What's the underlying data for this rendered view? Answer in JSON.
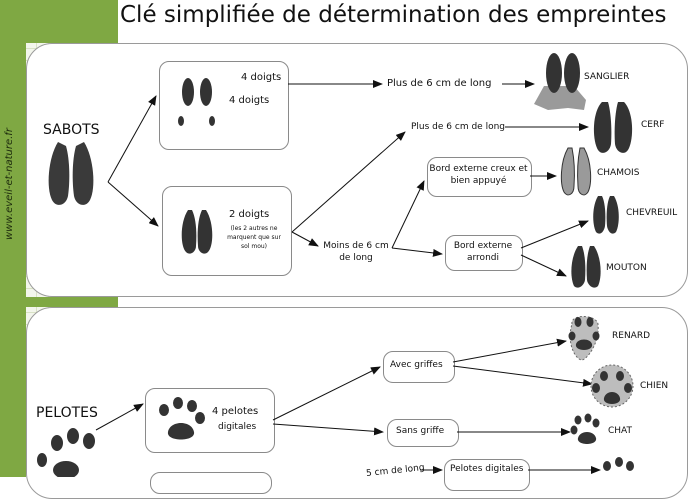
{
  "title": "Clé simplifiée de détermination des empreintes",
  "side_text": "www.eveil-et-nature.fr",
  "sabots": {
    "section_label": "SABOTS",
    "box_four": {
      "line1": "4 doigts",
      "line2": "4 doigts"
    },
    "box_two": {
      "main": "2 doigts",
      "note": "(les 2 autres ne marquent que sur sol mou)"
    },
    "node_plus6": "Plus de 6 cm de long",
    "node_plus6_small": "Plus de 6 cm de long",
    "node_moins6": "Moins de 6 cm de long",
    "node_creux": "Bord externe creux et bien appuyé",
    "node_arrondi": "Bord externe arrondi",
    "animals": {
      "sanglier": "SANGLIER",
      "cerf": "CERF",
      "chamois": "CHAMOIS",
      "chevreuil": "CHEVREUIL",
      "mouton": "MOUTON"
    }
  },
  "pelotes": {
    "section_label": "PELOTES",
    "box_four": {
      "main": "4 pelotes",
      "sub": "digitales"
    },
    "node_avec": "Avec griffes",
    "node_sans": "Sans griffe",
    "node_partial_cm": "5 cm de long",
    "node_partial_pelotes": "Pelotes digitales",
    "animals": {
      "renard": "RENARD",
      "chien": "CHIEN",
      "chat": "CHAT"
    }
  }
}
